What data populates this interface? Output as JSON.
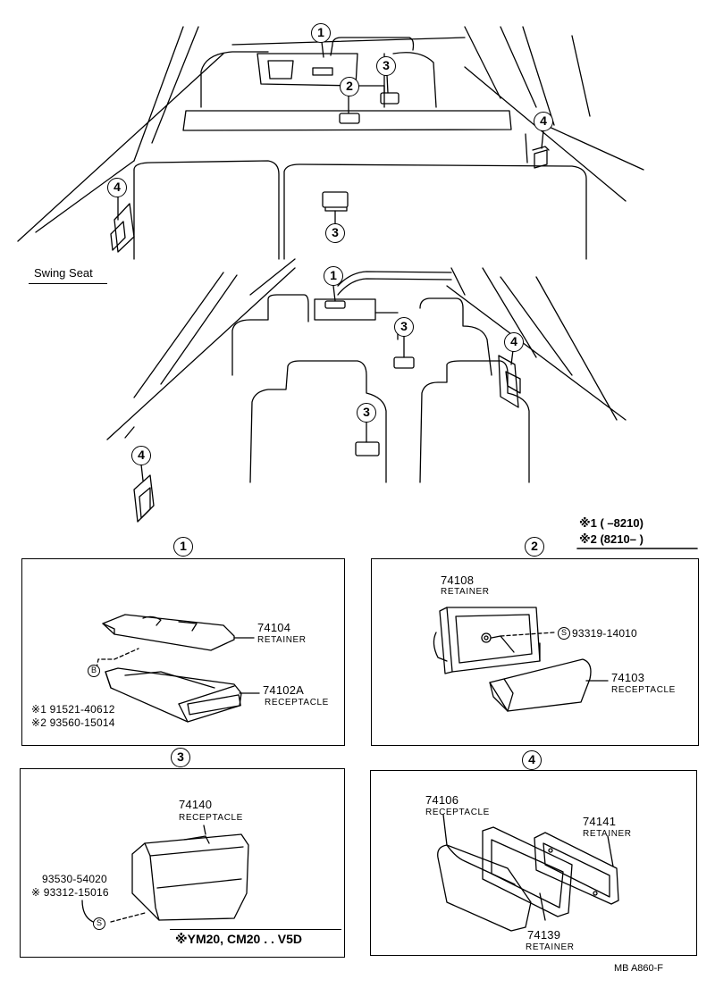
{
  "callouts": {
    "c1": "1",
    "c2": "2",
    "c3": "3",
    "c4": "4"
  },
  "swing_seat_label": "Swing Seat",
  "legend": {
    "line1": "※1 (        –8210)",
    "line2": "※2 (8210–        )"
  },
  "panel1": {
    "callout": "1",
    "retainer_part": "74104",
    "retainer_name": "RETAINER",
    "receptacle_part": "74102A",
    "receptacle_name": "RECEPTACLE",
    "bolt_symbol": "B",
    "bolt_part1": "※1 91521-40612",
    "bolt_part2": "※2 93560-15014"
  },
  "panel2": {
    "callout": "2",
    "retainer_part": "74108",
    "retainer_name": "RETAINER",
    "screw_symbol": "S",
    "screw_part": "93319-14010",
    "receptacle_part": "74103",
    "receptacle_name": "RECEPTACLE"
  },
  "panel3": {
    "callout": "3",
    "receptacle_part": "74140",
    "receptacle_name": "RECEPTACLE",
    "screw_part1": "93530-54020",
    "screw_part2": "※ 93312-15016",
    "screw_symbol": "S",
    "model_note": "※YM20, CM20 . . V5D"
  },
  "panel4": {
    "callout": "4",
    "receptacle_part": "74106",
    "receptacle_name": "RECEPTACLE",
    "retainer_a_part": "74141",
    "retainer_a_name": "RETAINER",
    "retainer_b_part": "74139",
    "retainer_b_name": "RETAINER"
  },
  "footer": "MB  A860-F"
}
